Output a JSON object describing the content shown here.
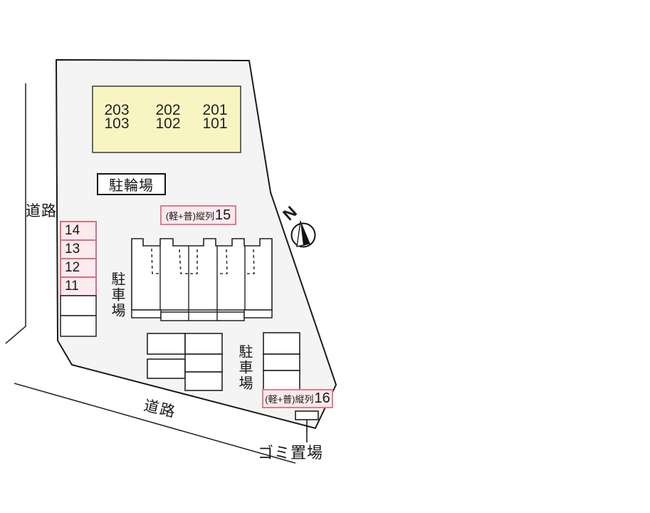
{
  "diagram": {
    "type": "site-plan",
    "rooms_board": {
      "columns": [
        {
          "upper": "203",
          "lower": "103"
        },
        {
          "upper": "202",
          "lower": "102"
        },
        {
          "upper": "201",
          "lower": "101"
        }
      ]
    },
    "bicycle_parking_label": "駐輪場",
    "tandem_row_15": {
      "prefix": "(軽+普)縦列",
      "number": "15"
    },
    "tandem_row_16": {
      "prefix": "(軽+普)縦列",
      "number": "16"
    },
    "parking_spaces": [
      "14",
      "13",
      "12",
      "11"
    ],
    "parking_lot_label_left": "駐車場",
    "parking_lot_label_right": "駐車場",
    "garbage_label": "ゴミ置場",
    "road_label_left": "道路",
    "road_label_bottom": "道路",
    "north_label": "N"
  },
  "colors": {
    "plot_fill": "#f4f4f4",
    "rooms_board_fill": "#f9f5c2",
    "rooms_board_border": "#444444",
    "pink_fill": "#fdeaee",
    "pink_border": "#dd7d8d",
    "outline": "#1a1a1a"
  }
}
